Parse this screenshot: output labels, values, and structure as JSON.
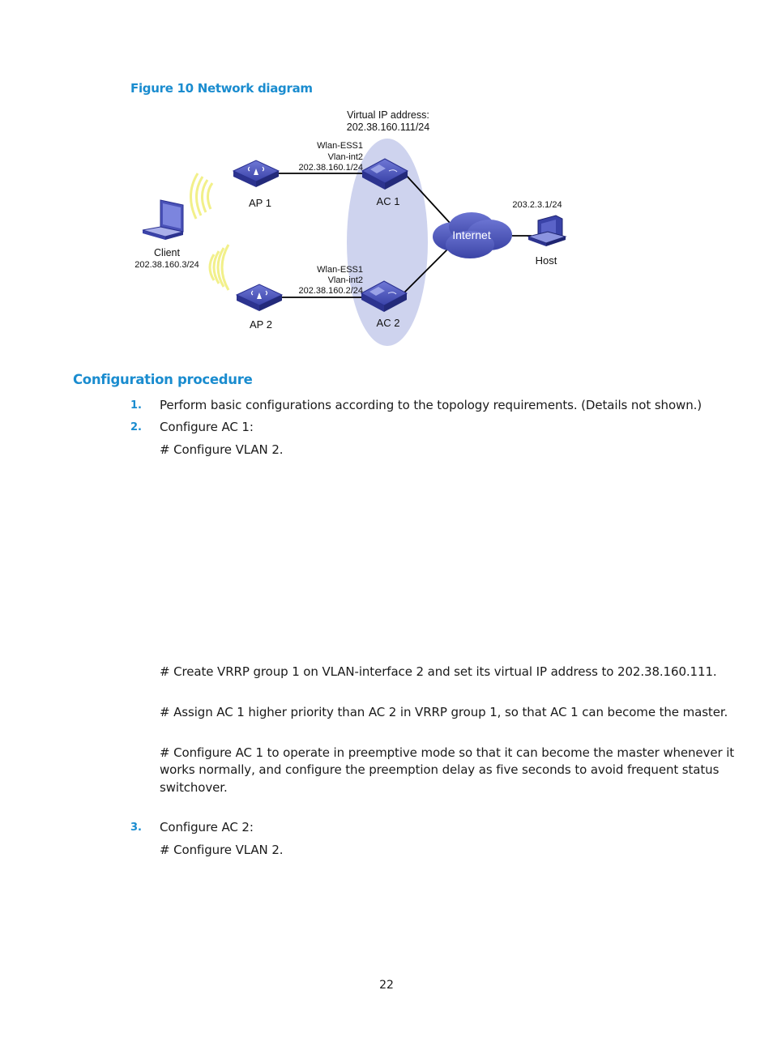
{
  "figure": {
    "caption": "Figure 10 Network diagram",
    "virtual_ip_label": "Virtual IP address:",
    "virtual_ip_value": "202.38.160.111/24",
    "ap1_label": "AP 1",
    "ap2_label": "AP 2",
    "ac1_label": "AC 1",
    "ac2_label": "AC 2",
    "ac1_if_1": "Wlan-ESS1",
    "ac1_if_2": "Vlan-int2",
    "ac1_if_3": "202.38.160.1/24",
    "ac2_if_1": "Wlan-ESS1",
    "ac2_if_2": "Vlan-int2",
    "ac2_if_3": "202.38.160.2/24",
    "client_label": "Client",
    "client_ip": "202.38.160.3/24",
    "internet_label": "Internet",
    "host_ip": "203.2.3.1/24",
    "host_label": "Host"
  },
  "section_heading": "Configuration procedure",
  "steps": [
    {
      "num": "1.",
      "text": "Perform basic configurations according to the topology requirements. (Details not shown.)"
    },
    {
      "num": "2.",
      "text": "Configure AC 1:"
    },
    {
      "num": "3.",
      "text": "Configure AC 2:"
    }
  ],
  "paragraphs": {
    "ac1_vlan": "# Configure VLAN 2.",
    "vrrp_create": "# Create VRRP group 1 on VLAN-interface 2 and set its virtual IP address to 202.38.160.111.",
    "priority": "# Assign AC 1 higher priority than AC 2 in VRRP group 1, so that AC 1 can become the master.",
    "preempt_line1": "# Configure AC 1 to operate in preemptive mode so that it can become the master whenever it",
    "preempt_line2": "works normally, and configure the preemption delay as five seconds to avoid frequent status",
    "preempt_line3": "switchover.",
    "ac2_vlan": "# Configure VLAN 2."
  },
  "page_number": "22",
  "colors": {
    "accent": "#1a8ccf",
    "device_blue": "#3a43a8",
    "vrrp_ellipse": "#c5cbeb",
    "signal": "#f2f08a"
  }
}
